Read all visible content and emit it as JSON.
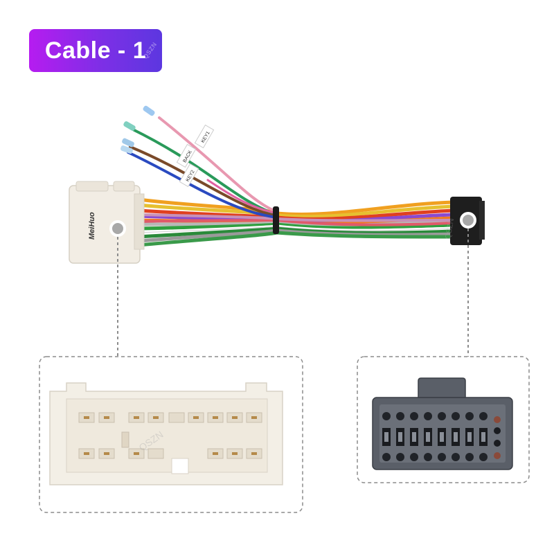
{
  "title": "Cable - 1",
  "connector_label": {
    "brand": "MeiHuo"
  },
  "wire_tags": [
    "BACK",
    "KEY1",
    "KEY2"
  ],
  "watermark": "QSZN",
  "colors": {
    "badge_gradient_start": "#b61cf0",
    "badge_gradient_end": "#5c37e0",
    "connector_white": "#f2ede4",
    "connector_black": "#1e1e1e",
    "dashed_frame": "#8c8c8c",
    "marker_gray": "#9a9a9a"
  }
}
